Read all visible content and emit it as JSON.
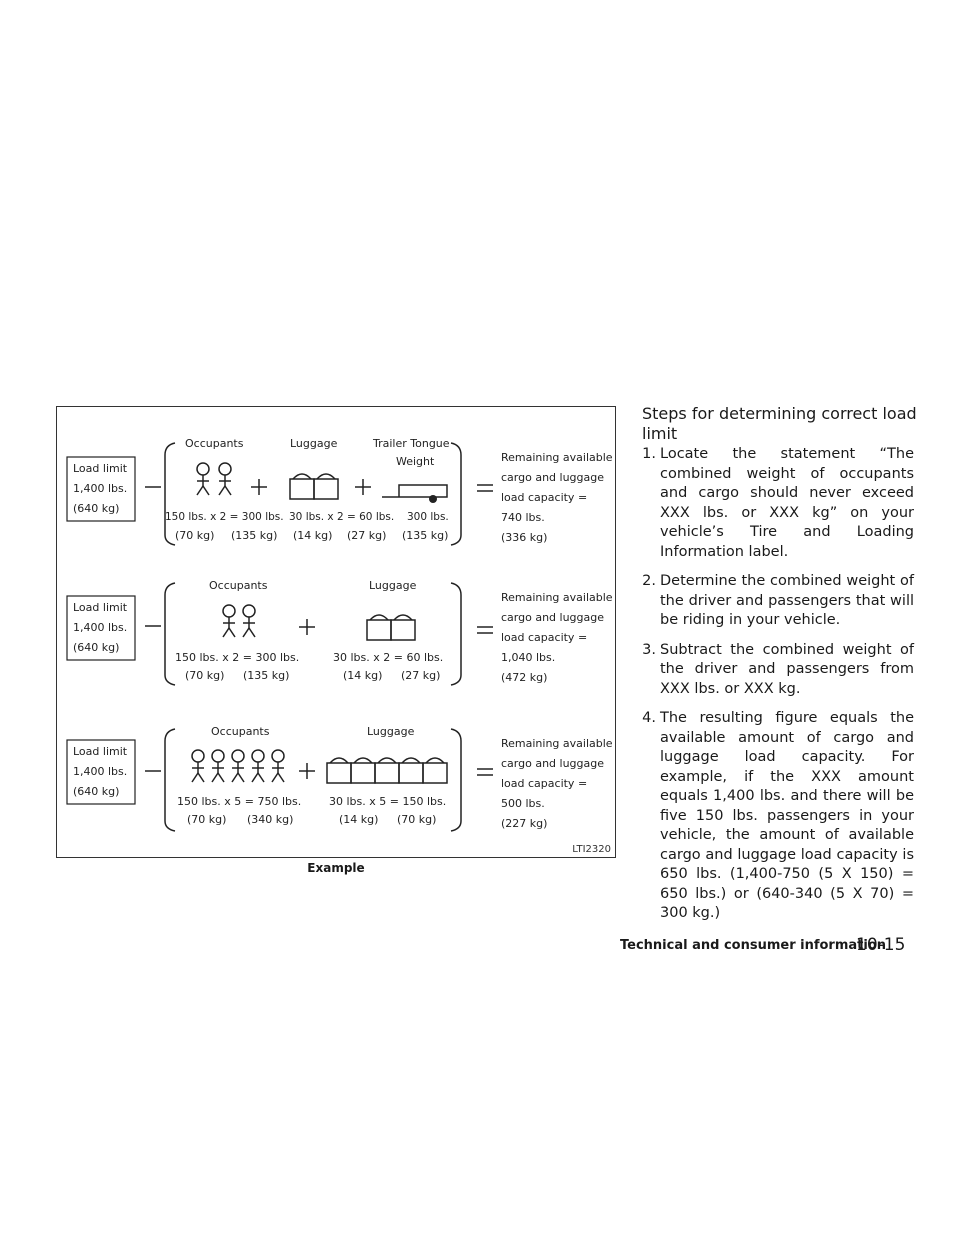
{
  "heading": "Steps for determining correct load limit",
  "steps": [
    {
      "num": "1.",
      "text": "Locate the statement “The combined weight of occupants and cargo should never exceed XXX lbs. or XXX kg” on your vehicle’s Tire and Loading Information label."
    },
    {
      "num": "2.",
      "text": "Determine the combined weight of the driver and passengers that will be riding in your vehicle."
    },
    {
      "num": "3.",
      "text": "Subtract the combined weight of the driver and passengers from XXX lbs. or XXX kg."
    },
    {
      "num": "4.",
      "text": "The resulting figure equals the available amount of cargo and luggage load capacity. For example, if the XXX amount equals 1,400 lbs. and there will be five 150 lbs. passengers in your vehicle, the amount of available cargo and luggage load capacity is 650 lbs. (1,400-750 (5 X 150) = 650 lbs.) or (640-340 (5 X 70) = 300 kg.)"
    }
  ],
  "figure": {
    "code": "LTI2320",
    "caption": "Example",
    "rows": [
      {
        "load_limit": [
          "Load limit",
          "1,400 lbs.",
          "(640 kg)"
        ],
        "occupants_label": "Occupants",
        "occupants_calc": "150 lbs. x 2 = 300 lbs.",
        "occupants_metric": [
          "(70 kg)",
          "(135 kg)"
        ],
        "luggage_label": "Luggage",
        "luggage_calc": "30 lbs. x 2 = 60 lbs.",
        "luggage_metric": [
          "(14 kg)",
          "(27 kg)"
        ],
        "trailer_label": [
          "Trailer Tongue",
          "Weight"
        ],
        "trailer_calc": "300 lbs.",
        "trailer_metric": "(135 kg)",
        "result": [
          "Remaining available",
          "cargo and luggage",
          "load capacity =",
          "740 lbs.",
          "(336 kg)"
        ]
      },
      {
        "load_limit": [
          "Load limit",
          "1,400 lbs.",
          "(640 kg)"
        ],
        "occupants_label": "Occupants",
        "occupants_calc": "150 lbs. x 2 = 300 lbs.",
        "occupants_metric": [
          "(70 kg)",
          "(135 kg)"
        ],
        "luggage_label": "Luggage",
        "luggage_calc": "30 lbs. x 2 = 60 lbs.",
        "luggage_metric": [
          "(14 kg)",
          "(27 kg)"
        ],
        "result": [
          "Remaining available",
          "cargo and luggage",
          "load capacity =",
          "1,040 lbs.",
          "(472 kg)"
        ]
      },
      {
        "load_limit": [
          "Load limit",
          "1,400 lbs.",
          "(640 kg)"
        ],
        "occupants_label": "Occupants",
        "occupants_calc": "150 lbs. x 5 = 750 lbs.",
        "occupants_metric": [
          "(70 kg)",
          "(340 kg)"
        ],
        "luggage_label": "Luggage",
        "luggage_calc": "30 lbs. x 5 = 150 lbs.",
        "luggage_metric": [
          "(14 kg)",
          "(70 kg)"
        ],
        "result": [
          "Remaining available",
          "cargo and luggage",
          "load capacity =",
          "500 lbs.",
          "(227 kg)"
        ]
      }
    ]
  },
  "footer": {
    "section": "Technical and consumer information",
    "page": "10-15"
  }
}
